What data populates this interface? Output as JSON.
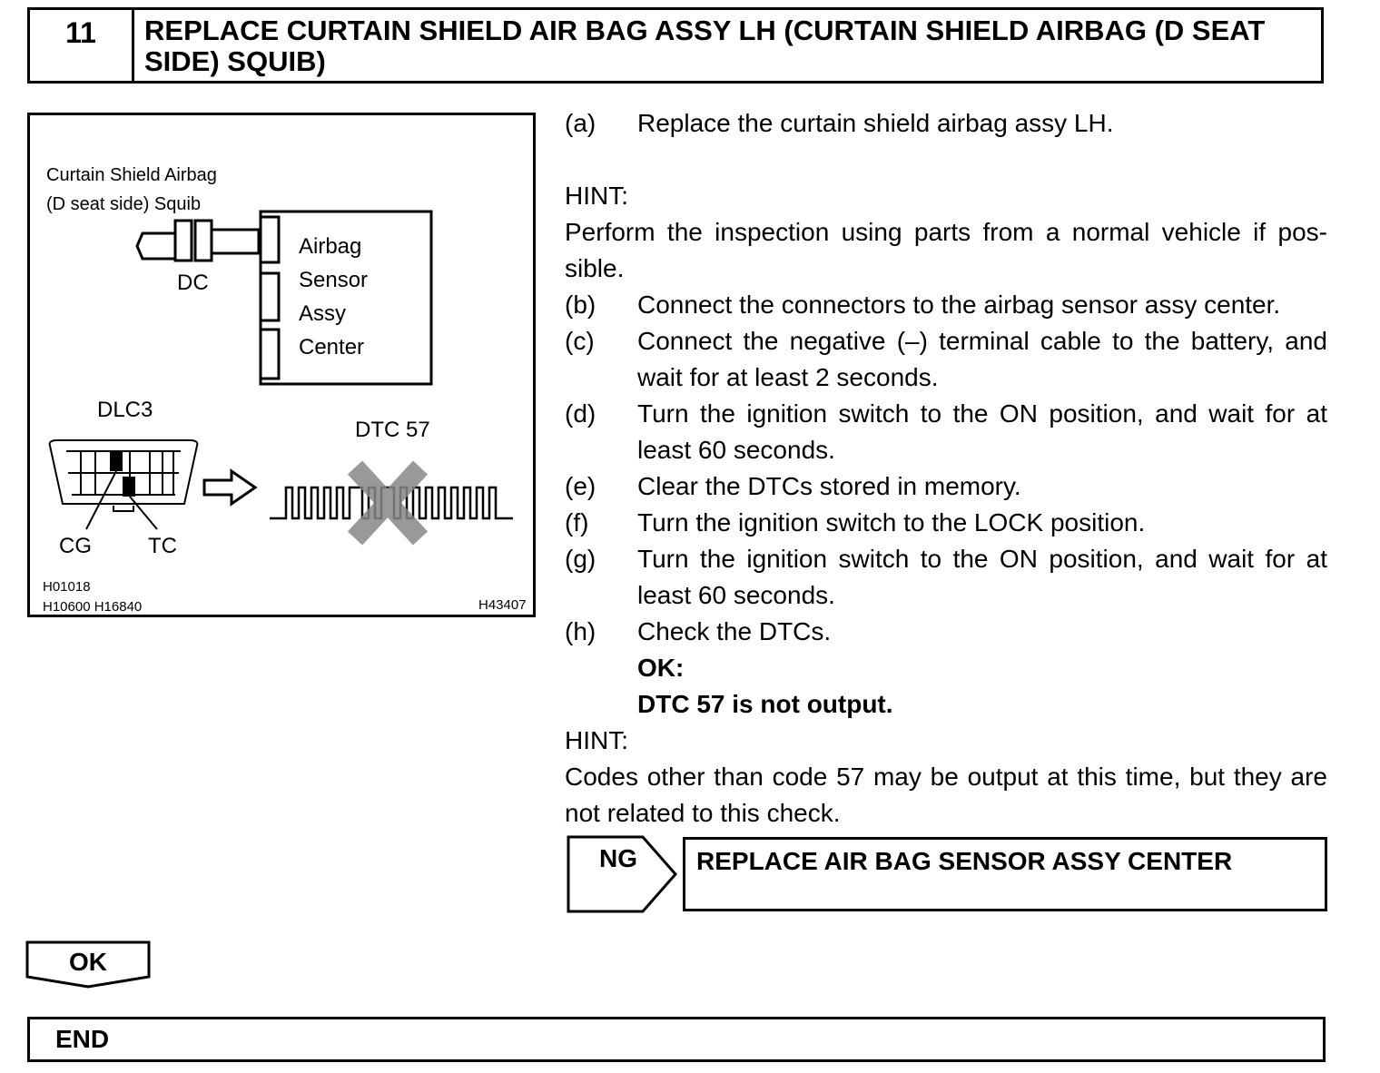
{
  "step": {
    "number": "11",
    "title": "REPLACE CURTAIN SHIELD AIR BAG ASSY LH (CURTAIN SHIELD AIRBAG (D SEAT SIDE) SQUIB)"
  },
  "figure": {
    "squib_label_line1": "Curtain Shield Airbag",
    "squib_label_line2": "(D seat side) Squib",
    "connector_label": "DC",
    "sensor_label_line1": "Airbag",
    "sensor_label_line2": "Sensor",
    "sensor_label_line3": "Assy",
    "sensor_label_line4": "Center",
    "dlc_label": "DLC3",
    "dtc_label": "DTC 57",
    "cg_label": "CG",
    "tc_label": "TC",
    "ref_codes_line1": "H01018",
    "ref_codes_line2": "H10600  H16840",
    "figure_id": "H43407"
  },
  "instructions": [
    {
      "label": "(a)",
      "text": "Replace the curtain shield airbag assy LH."
    },
    {
      "hint_heading": "HINT:"
    },
    {
      "hint_text": "Perform the inspection using parts from a normal vehicle if pos- sible."
    },
    {
      "label": "(b)",
      "text": "Connect the connectors to the airbag sensor assy center."
    },
    {
      "label": "(c)",
      "text": "Connect the negative (–) terminal cable to the battery, and wait for at least 2 seconds."
    },
    {
      "label": "(d)",
      "text": "Turn the ignition switch to the ON position, and wait for at least 60 seconds."
    },
    {
      "label": "(e)",
      "text": "Clear the DTCs stored in memory."
    },
    {
      "label": "(f)",
      "text": "Turn the ignition switch to the LOCK position."
    },
    {
      "label": "(g)",
      "text": "Turn the ignition switch to the ON position, and wait for at least 60 seconds."
    },
    {
      "label": "(h)",
      "text": "Check the DTCs."
    }
  ],
  "ok_condition": {
    "heading": "OK:",
    "text": "DTC 57 is not output."
  },
  "hint2": {
    "heading": "HINT:",
    "text": "Codes other than code 57 may be output at this time, but they are not related to this check."
  },
  "ng": {
    "label": "NG",
    "action": "REPLACE AIR BAG SENSOR ASSY CENTER"
  },
  "ok": {
    "label": "OK"
  },
  "end": {
    "label": "END"
  }
}
